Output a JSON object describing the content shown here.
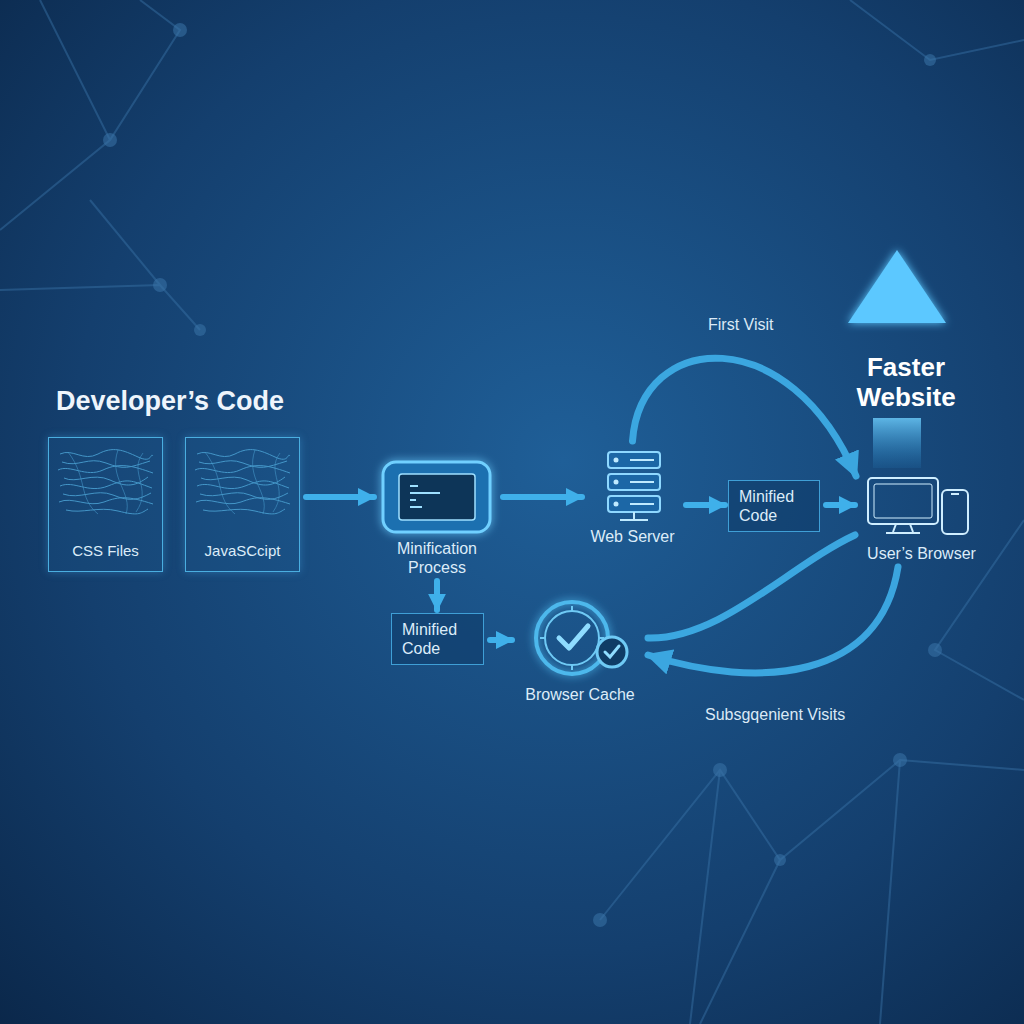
{
  "diagram": {
    "nodes": [
      {
        "text": [
          "CSS Files"
        ]
      },
      {
        "text": [
          "JavaSCcipt"
        ]
      },
      {
        "text": [
          "Minification Process"
        ]
      },
      {
        "text": [
          "Web Server"
        ]
      },
      {
        "text": [
          "Minified Code"
        ]
      },
      {
        "text": [
          "User’s Browser"
        ]
      },
      {
        "text": [
          "Minified Code"
        ]
      },
      {
        "text": [
          "Browser Cache"
        ]
      }
    ],
    "edges": [
      {
        "from": 1,
        "to": 2,
        "arrow": "to"
      },
      {
        "from": 2,
        "to": 3,
        "arrow": "to"
      },
      {
        "from": 3,
        "to": 4,
        "arrow": "to"
      },
      {
        "from": 4,
        "to": 5,
        "arrow": "to"
      },
      {
        "from": 2,
        "to": 6,
        "arrow": "to"
      },
      {
        "from": 6,
        "to": 7,
        "arrow": "to"
      },
      {
        "from": 3,
        "to": 5,
        "label": "First Visit",
        "arrow": "to"
      },
      {
        "from": 5,
        "to": 7,
        "label": "Subsgqenient Visits",
        "arrow": "to"
      },
      {
        "from": 7,
        "to": 5,
        "arrow": "none"
      }
    ],
    "labels": [
      "Developer’s Code",
      "Faster Website"
    ]
  }
}
